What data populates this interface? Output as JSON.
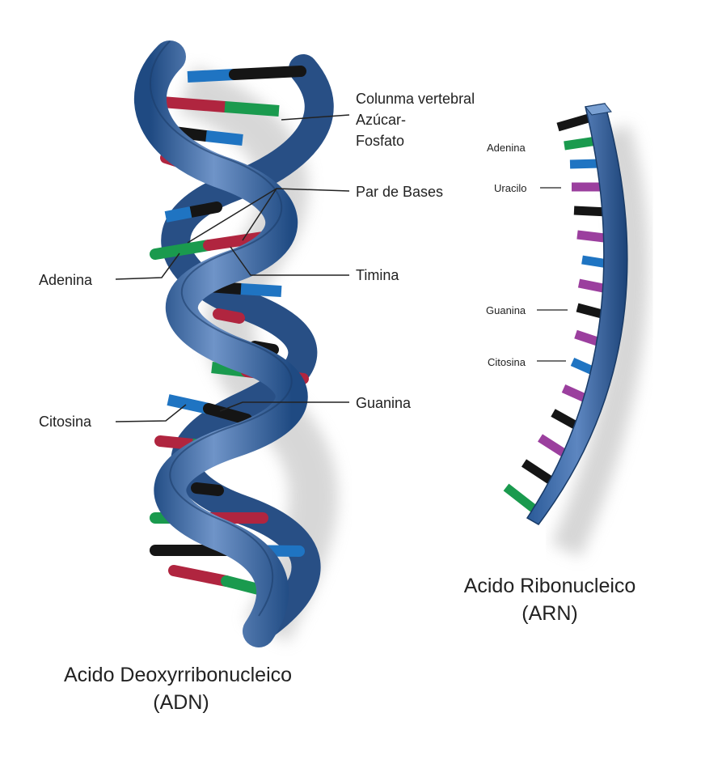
{
  "dna": {
    "title_line1": "Acido Deoxyrribonucleico",
    "title_line2": "(ADN)",
    "labels": {
      "backbone_line1": "Colunma vertebral",
      "backbone_line2": "Azúcar-",
      "backbone_line3": "Fosfato",
      "base_pair": "Par de Bases",
      "adenine": "Adenina",
      "thymine": "Timina",
      "cytosine": "Citosina",
      "guanine": "Guanina"
    }
  },
  "rna": {
    "title_line1": "Acido Ribonucleico",
    "title_line2": "(ARN)",
    "labels": {
      "adenine": "Adenina",
      "uracil": "Uracilo",
      "guanine": "Guanina",
      "cytosine": "Citosina"
    }
  },
  "colors": {
    "backbone": "#2e5f9c",
    "backbone_dark": "#1c3d6b",
    "adenine": "#1a9a4e",
    "thymine": "#b0253f",
    "guanine": "#151515",
    "cytosine": "#1f74c2",
    "uracil": "#9b3f9e"
  }
}
